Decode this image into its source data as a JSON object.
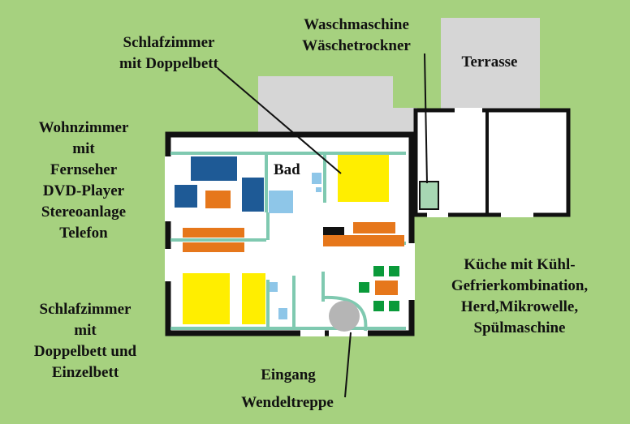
{
  "labels": {
    "schlafzimmer_top": [
      "Schlafzimmer",
      "mit Doppelbett"
    ],
    "waschen": [
      "Waschmaschine",
      "Wäschetrockner"
    ],
    "terrasse": "Terrasse",
    "wohnzimmer": [
      "Wohnzimmer",
      "mit",
      "Fernseher",
      "DVD-Player",
      "Stereoanlage",
      "Telefon"
    ],
    "bad": "Bad",
    "kueche": [
      "Küche mit Kühl-",
      "Gefrierkombination,",
      "Herd,Mikrowelle,",
      "Spülmaschine"
    ],
    "schlafzimmer_bottom": [
      "Schlafzimmer",
      "mit",
      "Doppelbett und",
      "Einzelbett"
    ],
    "eingang": "Eingang",
    "wendeltreppe": "Wendeltreppe"
  },
  "colors": {
    "lawn": "#a6d17f",
    "terrace": "#d6d6d6",
    "wall": "#111111",
    "partition": "#7fc9b0",
    "bed": "#ffee00",
    "sofa": "#1e5a96",
    "table": "#e6771b",
    "fixture": "#8ec6e8",
    "chair": "#0a9a3a",
    "stair": "#b5b5b5"
  }
}
